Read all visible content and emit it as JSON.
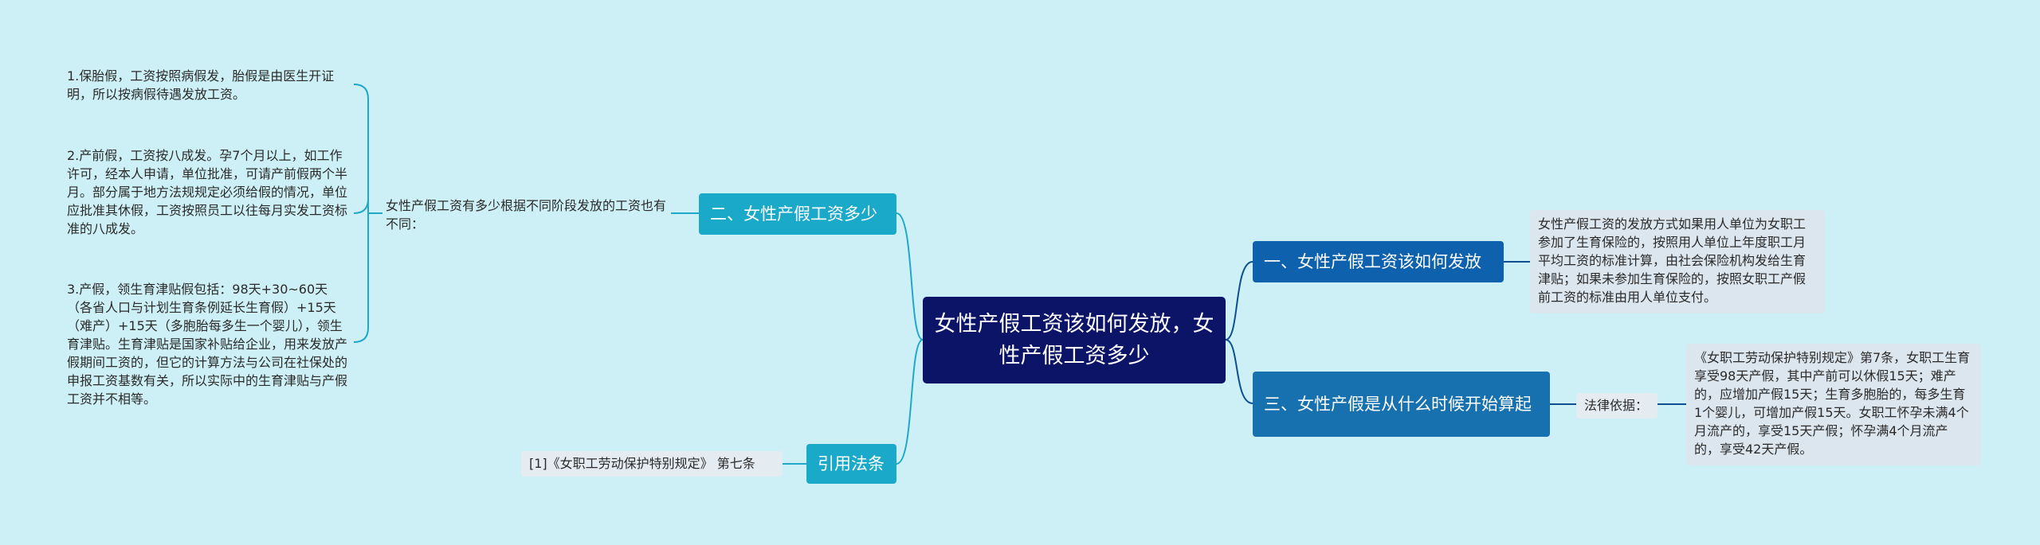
{
  "root": {
    "title": "女性产假工资该如何发放，女性产假工资多少"
  },
  "branches": {
    "b1": {
      "label": "一、女性产假工资该如何发放",
      "detail": "女性产假工资的发放方式如果用人单位为女职工参加了生育保险的，按照用人单位上年度职工月平均工资的标准计算，由社会保险机构发给生育津贴；如果未参加生育保险的，按照女职工产假前工资的标准由用人单位支付。"
    },
    "b2": {
      "label": "二、女性产假工资多少",
      "summary": "女性产假工资有多少根据不同阶段发放的工资也有不同：",
      "items": [
        "1.保胎假，工资按照病假发，胎假是由医生开证明，所以按病假待遇发放工资。",
        "2.产前假，工资按八成发。孕7个月以上，如工作许可，经本人申请，单位批准，可请产前假两个半月。部分属于地方法规规定必须给假的情况，单位应批准其休假，工资按照员工以往每月实发工资标准的八成发。",
        "3.产假，领生育津贴假包括：98天+30~60天（各省人口与计划生育条例延长生育假）+15天（难产）+15天（多胞胎每多生一个婴儿），领生育津贴。生育津贴是国家补贴给企业，用来发放产假期间工资的，但它的计算方法与公司在社保处的申报工资基数有关，所以实际中的生育津贴与产假工资并不相等。"
      ]
    },
    "b3": {
      "label": "三、女性产假是从什么时候开始算起",
      "law_label": "法律依据：",
      "law_text": "《女职工劳动保护特别规定》第7条，女职工生育享受98天产假，其中产前可以休假15天；难产的，应增加产假15天；生育多胞胎的，每多生育1个婴儿，可增加产假15天。女职工怀孕未满4个月流产的，享受15天产假；怀孕满4个月流产的，享受42天产假。"
    },
    "b4": {
      "label": "引用法条",
      "ref": "[1]《女职工劳动保护特别规定》 第七条"
    }
  },
  "colors": {
    "background": "#cdf0f7",
    "root": "#0b1467",
    "left_branch": "#1aa9c9",
    "right_branch": "#0e61ad",
    "left_line": "#1fa8c8",
    "right_line": "#0e4f8e"
  }
}
